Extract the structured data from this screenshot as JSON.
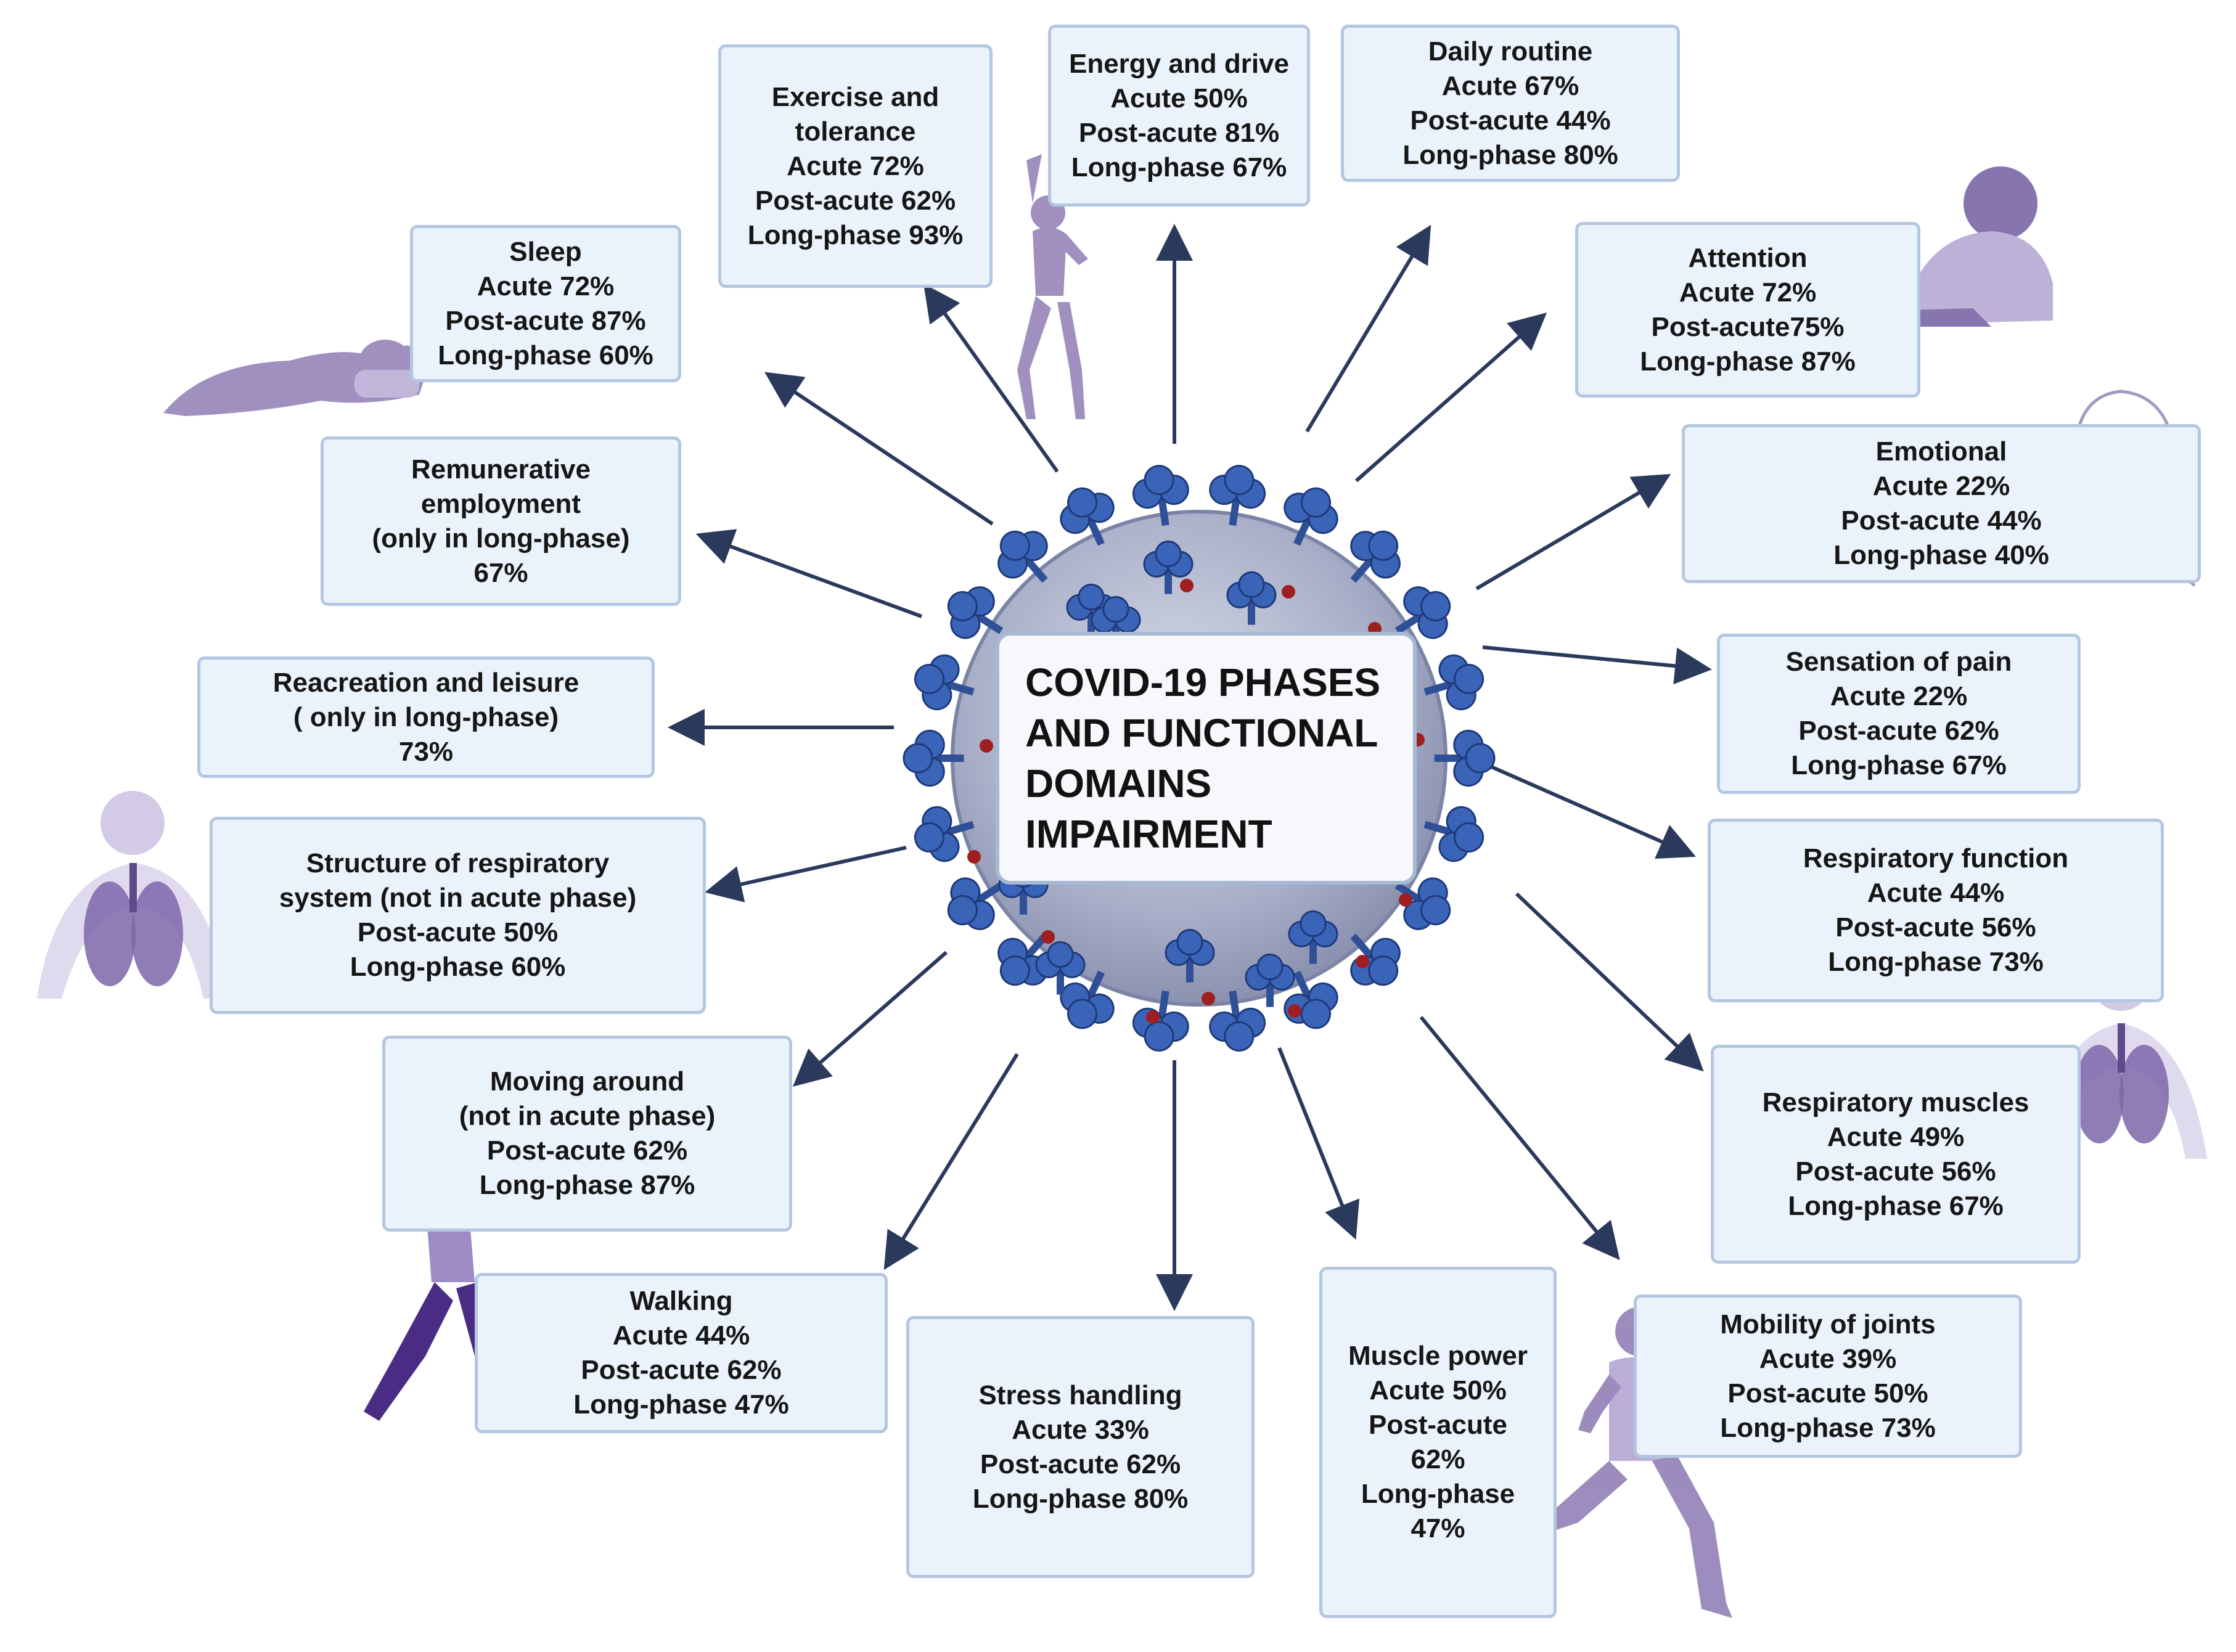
{
  "center": {
    "title_lines": [
      "COVID-19 PHASES",
      "AND FUNCTIONAL",
      "DOMAINS",
      "IMPAIRMENT"
    ]
  },
  "domains": [
    {
      "key": "exercise",
      "lines": [
        "Exercise and",
        "tolerance",
        "Acute 72%",
        "Post-acute 62%",
        "Long-phase 93%"
      ]
    },
    {
      "key": "energy",
      "lines": [
        "Energy and drive",
        "Acute 50%",
        "Post-acute 81%",
        "Long-phase 67%"
      ]
    },
    {
      "key": "daily-routine",
      "lines": [
        "Daily routine",
        "Acute 67%",
        "Post-acute 44%",
        "Long-phase 80%"
      ]
    },
    {
      "key": "sleep",
      "lines": [
        "Sleep",
        "Acute 72%",
        "Post-acute  87%",
        "Long-phase 60%"
      ]
    },
    {
      "key": "attention",
      "lines": [
        "Attention",
        "Acute 72%",
        "Post-acute75%",
        "Long-phase 87%"
      ]
    },
    {
      "key": "remunerative",
      "lines": [
        "Remunerative",
        "employment",
        "(only in long-phase)",
        "67%"
      ]
    },
    {
      "key": "emotional",
      "lines": [
        "Emotional",
        "Acute 22%",
        "Post-acute 44%",
        "Long-phase 40%"
      ]
    },
    {
      "key": "recreation",
      "lines": [
        "Reacreation and leisure",
        "( only in long-phase)",
        "73%"
      ]
    },
    {
      "key": "pain",
      "lines": [
        "Sensation of pain",
        "Acute 22%",
        "Post-acute 62%",
        "Long-phase 67%"
      ]
    },
    {
      "key": "resp-structure",
      "lines": [
        "Structure of respiratory",
        "system (not in acute phase)",
        "Post-acute 50%",
        "Long-phase 60%"
      ]
    },
    {
      "key": "resp-function",
      "lines": [
        "Respiratory function",
        "Acute 44%",
        "Post-acute 56%",
        "Long-phase 73%"
      ]
    },
    {
      "key": "moving-around",
      "lines": [
        "Moving around",
        "(not in acute phase)",
        "Post-acute 62%",
        "Long-phase 87%"
      ]
    },
    {
      "key": "resp-muscles",
      "lines": [
        "Respiratory muscles",
        "Acute 49%",
        "Post-acute 56%",
        "Long-phase 67%"
      ]
    },
    {
      "key": "walking",
      "lines": [
        "Walking",
        "Acute 44%",
        "Post-acute 62%",
        "Long-phase 47%"
      ]
    },
    {
      "key": "stress",
      "lines": [
        "Stress handling",
        "Acute 33%",
        "Post-acute 62%",
        "Long-phase 80%"
      ]
    },
    {
      "key": "muscle-power",
      "lines": [
        "Muscle power",
        "Acute 50%",
        "Post-acute",
        "62%",
        "Long-phase",
        "47%"
      ]
    },
    {
      "key": "joints",
      "lines": [
        "Mobility of joints",
        "Acute 39%",
        "Post-acute 50%",
        "Long-phase 73%"
      ]
    }
  ],
  "colors": {
    "box_fill": "#eaf2fc",
    "box_border": "#b4c7e1",
    "arrow": "#2b3a5c",
    "virus_body": "#a3a8c2",
    "spike": "#3a64b8",
    "figure": "#8f7db5"
  },
  "icons": [
    "virus-icon",
    "sleeping-person-icon",
    "stretching-woman-icon",
    "writing-person-icon",
    "man-profile-icon",
    "lungs-torso-icon",
    "walking-man-icon",
    "running-man-icon"
  ]
}
